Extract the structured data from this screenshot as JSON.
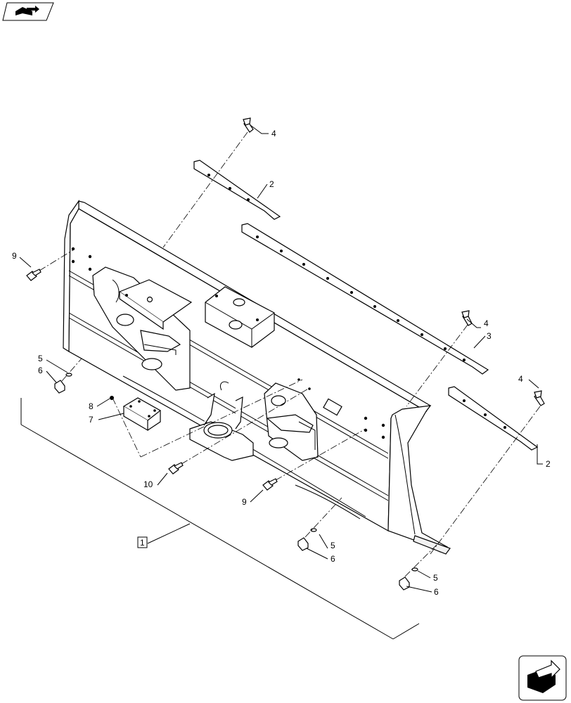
{
  "assembly_ref": "1",
  "callouts": {
    "c2a": "2",
    "c2b": "2",
    "c3": "3",
    "c4a": "4",
    "c4b": "4",
    "c4c": "4",
    "c5a": "5",
    "c5b": "5",
    "c5c": "5",
    "c6a": "6",
    "c6b": "6",
    "c6c": "6",
    "c7": "7",
    "c8": "8",
    "c9a": "9",
    "c9b": "9",
    "c10": "10"
  },
  "icons": {
    "top_left": "book-arrow-icon",
    "bottom_right": "next-page-arrow-icon"
  },
  "colors": {
    "line": "#000000",
    "background": "#ffffff"
  }
}
